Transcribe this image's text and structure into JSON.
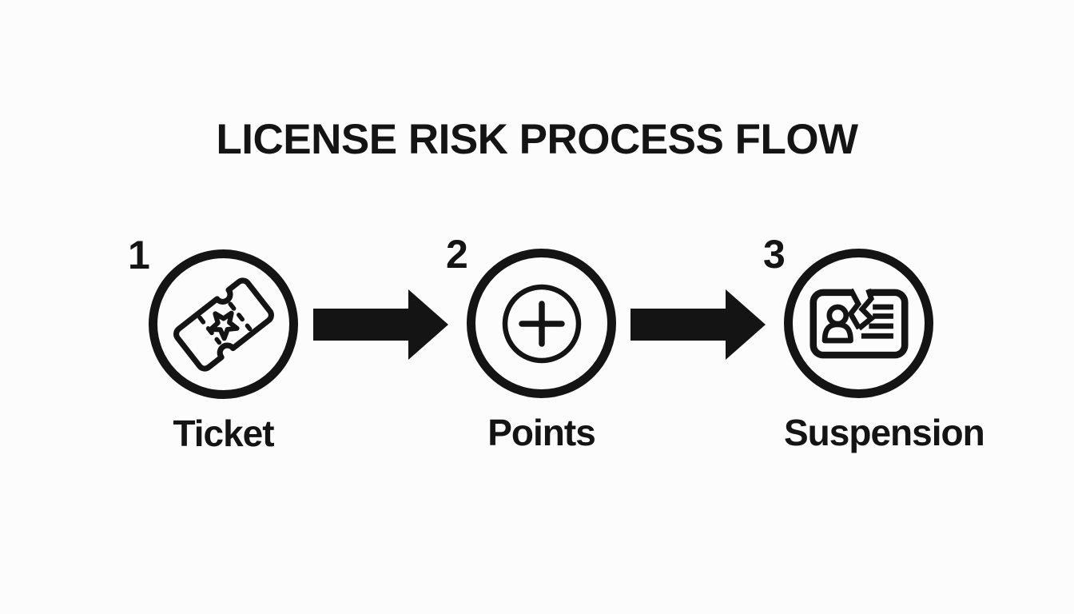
{
  "title": "LICENSE RISK PROCESS FLOW",
  "diagram": {
    "steps": [
      {
        "number": "1",
        "label": "Ticket",
        "icon": "ticket-icon"
      },
      {
        "number": "2",
        "label": "Points",
        "icon": "plus-circle-icon"
      },
      {
        "number": "3",
        "label": "Suspension",
        "icon": "broken-license-icon"
      }
    ],
    "connector": "arrow-right"
  },
  "colors": {
    "ink": "#141414",
    "background": "#fcfcfc"
  }
}
